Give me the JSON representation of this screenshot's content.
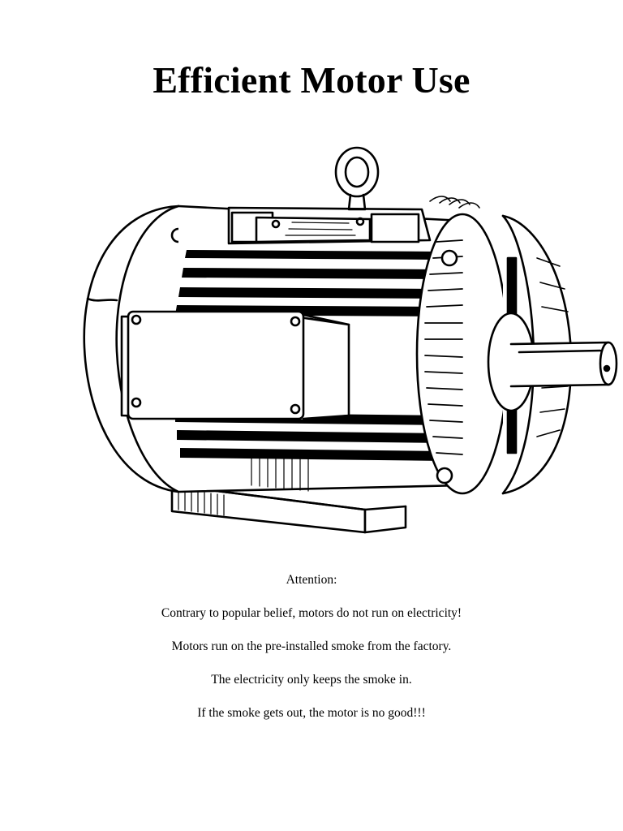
{
  "document": {
    "title": "Efficient Motor Use",
    "illustration_icon": "electric-motor-icon"
  },
  "notice": {
    "heading": "Attention:",
    "lines": [
      "Contrary to popular belief, motors do not run on electricity!",
      "Motors run on the pre-installed smoke from the factory.",
      "The electricity only keeps the smoke in.",
      "If the smoke gets out, the motor is no good!!!"
    ]
  },
  "colors": {
    "ink": "#000000",
    "paper": "#ffffff"
  }
}
